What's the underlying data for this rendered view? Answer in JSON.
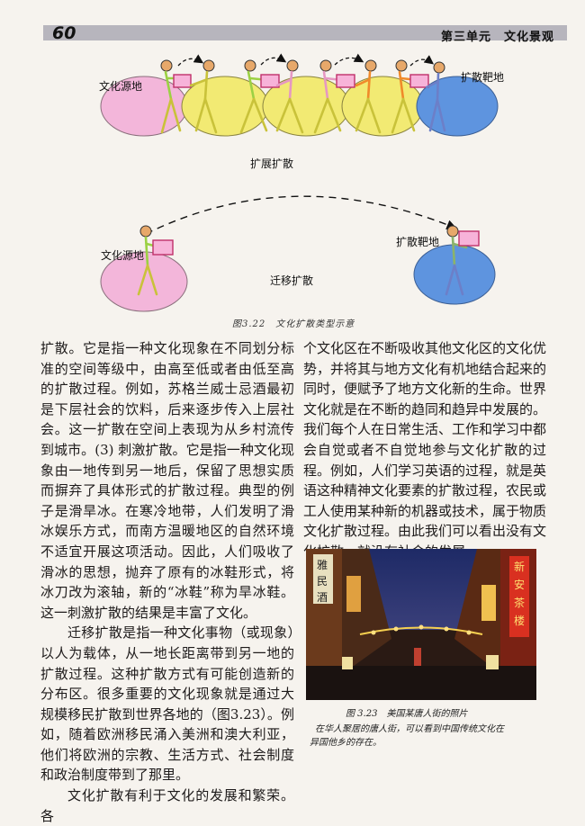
{
  "header": {
    "page_number": "60",
    "unit_title": "第三单元　文化景观"
  },
  "figure": {
    "top_source": "文化源地",
    "top_target": "扩散靶地",
    "top_caption": "扩展扩散",
    "bottom_source": "文化源地",
    "bottom_target": "扩散靶地",
    "bottom_caption": "迁移扩散",
    "caption": "图3.22　文化扩散类型示意"
  },
  "left_column": [
    {
      "text": "扩散。它是指一种文化现象在不同划分标准的空间等级中，由高至低或者由低至高的扩散过程。例如，苏格兰威士忌酒最初是下层社会的饮料，后来逐步传入上层社会。这一扩散在空间上表现为从乡村流传到城市。(3) 刺激扩散。它是指一种文化现象由一地传到另一地后，保留了思想实质而摒弃了具体形式的扩散过程。典型的例子是滑旱冰。在寒冷地带，人们发明了滑冰娱乐方式，而南方温暖地区的自然环境不适宜开展这项活动。因此，人们吸收了滑冰的思想，抛弃了原有的冰鞋形式，将冰刀改为滚轴，新的“冰鞋”称为旱冰鞋。这一刺激扩散的结果是丰富了文化。",
      "indent": false
    },
    {
      "text": "迁移扩散是指一种文化事物（或现象）以人为载体，从一地长距离带到另一地的扩散过程。这种扩散方式有可能创造新的分布区。很多重要的文化现象就是通过大规模移民扩散到世界各地的（图3.23）。例如，随着欧洲移民涌入美洲和澳大利亚，他们将欧洲的宗教、生活方式、社会制度和政治制度带到了那里。",
      "indent": true
    },
    {
      "text": "文化扩散有利于文化的发展和繁荣。各",
      "indent": true
    }
  ],
  "right_column": [
    {
      "text": "个文化区在不断吸收其他文化区的文化优势，并将其与地方文化有机地结合起来的同时，便赋予了地方文化新的生命。世界文化就是在不断的趋同和趋异中发展的。我们每个人在日常生活、工作和学习中都会自觉或者不自觉地参与文化扩散的过程。例如，人们学习英语的过程，就是英语这种精神文化要素的扩散过程，农民或工人使用某种新的机器或技术，属于物质文化扩散过程。由此我们可以看出没有文化扩散，就没有社会的发展。",
      "indent": false
    }
  ],
  "photo": {
    "signs": [
      "新",
      "安",
      "茶",
      "楼",
      "雅",
      "民",
      "酒"
    ],
    "caption": "图 3.23　美国某唐人街的照片",
    "subcaption_line1": "在华人聚居的唐人街，可以看到中国传统文化在",
    "subcaption_line2": "异国他乡的存在。"
  }
}
